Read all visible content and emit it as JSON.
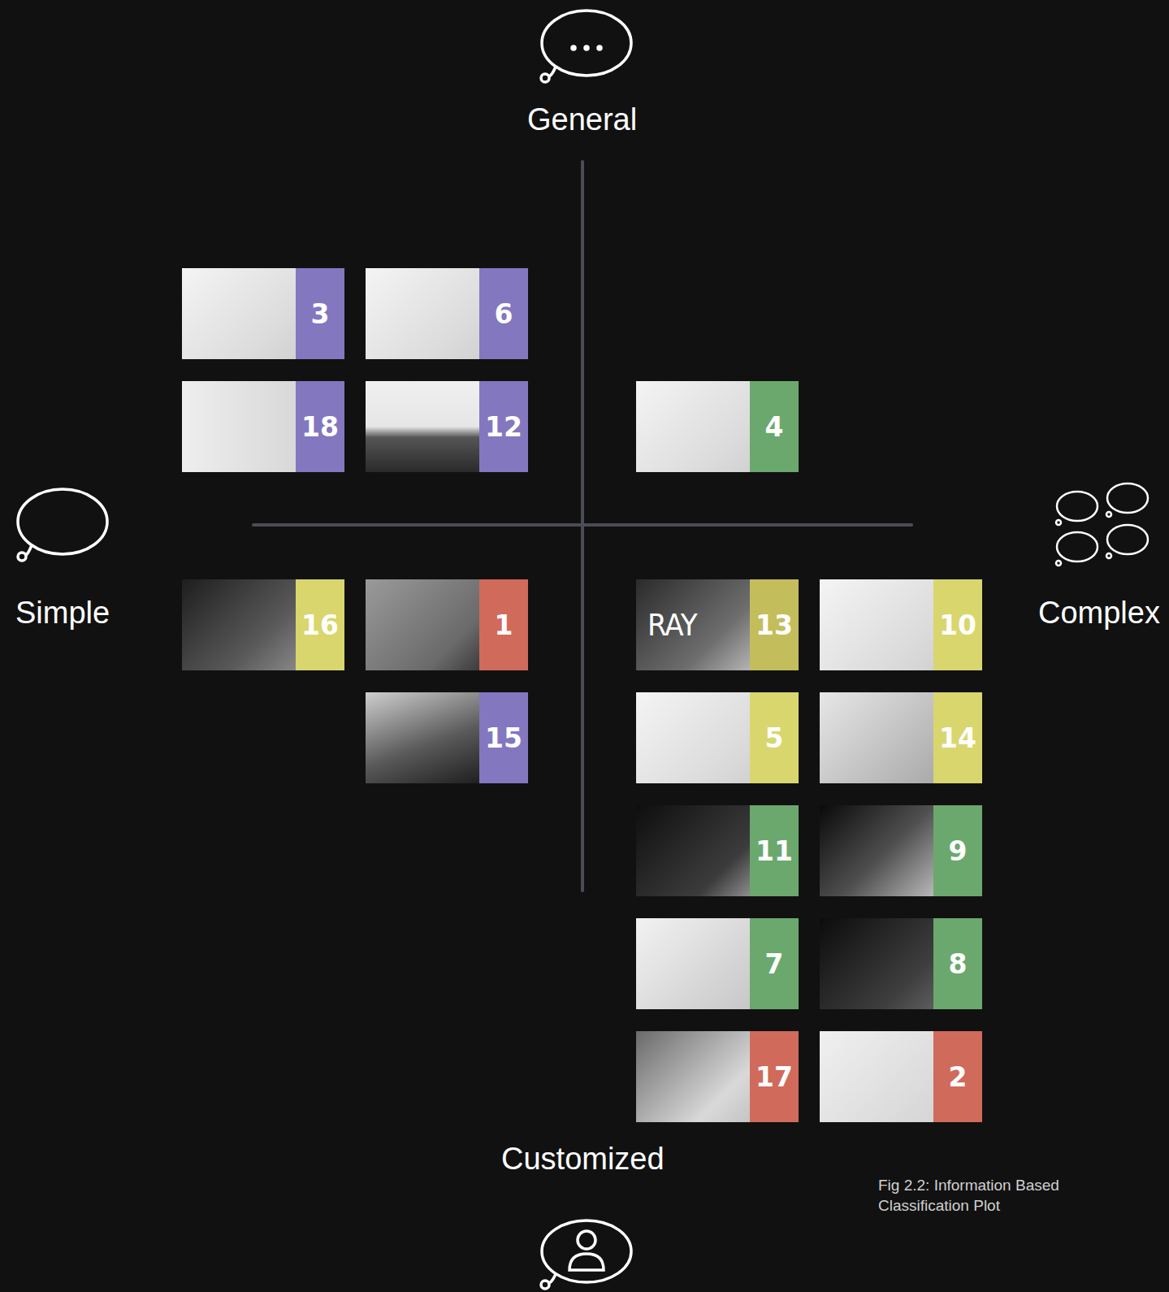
{
  "diagram": {
    "caption": "Fig 2.2: Information Based Classification Plot",
    "nodes": [
      {
        "text": [
          "3"
        ]
      },
      {
        "text": [
          "6"
        ]
      },
      {
        "text": [
          "18"
        ]
      },
      {
        "text": [
          "12"
        ]
      },
      {
        "text": [
          "4"
        ]
      },
      {
        "text": [
          "16"
        ]
      },
      {
        "text": [
          "1"
        ]
      },
      {
        "text": [
          "RAY",
          "13"
        ]
      },
      {
        "text": [
          "10"
        ]
      },
      {
        "text": [
          "15"
        ]
      },
      {
        "text": [
          "5"
        ]
      },
      {
        "text": [
          "14"
        ]
      },
      {
        "text": [
          "11"
        ]
      },
      {
        "text": [
          "9"
        ]
      },
      {
        "text": [
          "7"
        ]
      },
      {
        "text": [
          "8"
        ]
      },
      {
        "text": [
          "17"
        ]
      },
      {
        "text": [
          "2"
        ]
      }
    ],
    "labels": [
      "General",
      "Simple",
      "Complex",
      "Customized"
    ]
  }
}
